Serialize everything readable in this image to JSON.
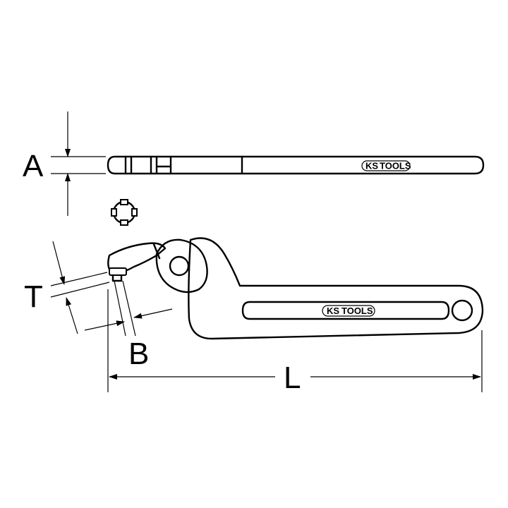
{
  "dimensions": {
    "a": "A",
    "t": "T",
    "b": "B",
    "l": "L"
  },
  "brand": {
    "ks": "KS",
    "tools": "TOOLS"
  }
}
